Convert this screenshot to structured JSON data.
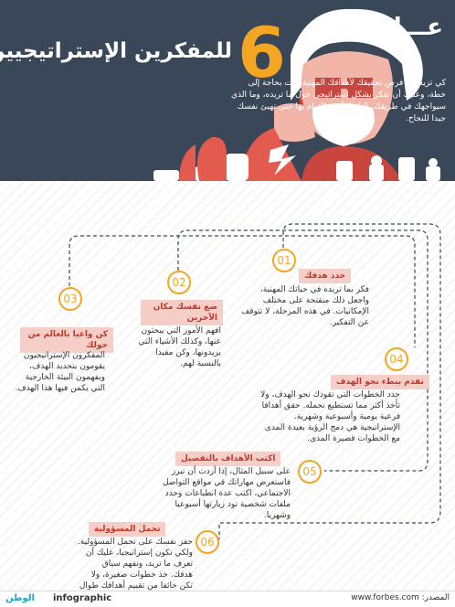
{
  "title": {
    "number": "6",
    "line1": "عـــادات",
    "line2": "للمفكرين الإستراتيجيين"
  },
  "intro": "كي تزيد من فرص تحقيقك لأهدافك المهنية، أنت بحاجة إلى خطة، وعليك أن تفكر بشكل إستراتيجي حول ما تريده، وما الذي سيواجهك في طريقك. إليك 6 أمور للقيام بها حتى تهيئ نفسك جيدا للنجاح.",
  "habits": [
    {
      "num": "01",
      "title": "حدد هدفك",
      "body": "فكر بما تريده في حياتك المهنية، واجعل ذلك منفتحة على مختلف الإمكانيات. في هذه المرحلة، لا تتوقف عن التفكير."
    },
    {
      "num": "02",
      "title": "ضع نفسك مكان الآخرين",
      "body": "افهم الأمور التي يبحثون عنها، وكذلك الأشياء التي يريدونها، وكن مفيدا بالنسبة لهم."
    },
    {
      "num": "03",
      "title": "كن واعيا بالعالم من حولك",
      "body": "المفكرون الإستراتيجيون يقومون بتحديد الهدف، ويفهمون البيئة الخارجية التي يكمن فيها هذا الهدف."
    },
    {
      "num": "04",
      "title": "تقدم ببطء نحو الهدف",
      "body": "حدد الخطوات التي تقودك نحو الهدف، ولا تأخذ أكثر مما تستطيع تحمله. حقق أهدافا فرعية يومية وأسبوعية وشهرية. الإستراتيجية هي دمج الرؤية بعيدة المدى مع الخطوات قصيرة المدى."
    },
    {
      "num": "05",
      "title": "اكتب الأهداف بالتفصيل",
      "body": "على سبيل المثال، إذا أردت أن تبرز فاستعرض مهاراتك في مواقع التواصل الاجتماعي، اكتب عدة انطباعات وحدد ملفات شخصية تود زيارتها أسبوعيا وشهريا."
    },
    {
      "num": "06",
      "title": "تحمل المسؤولية",
      "body": "حفز نفسك على تحمل المسؤولية. ولكي تكون إستراتيجيا، عليك أن تعرف ما تريد، وتفهم سياق هدفك. خذ خطوات صغيرة، ولا تكن خائفا من تقييم أهدافك طوال هذا الطريق."
    }
  ],
  "footer": {
    "source": "المصدر: www.forbes.com",
    "brand": "infographic",
    "logo": "الوطن"
  }
}
